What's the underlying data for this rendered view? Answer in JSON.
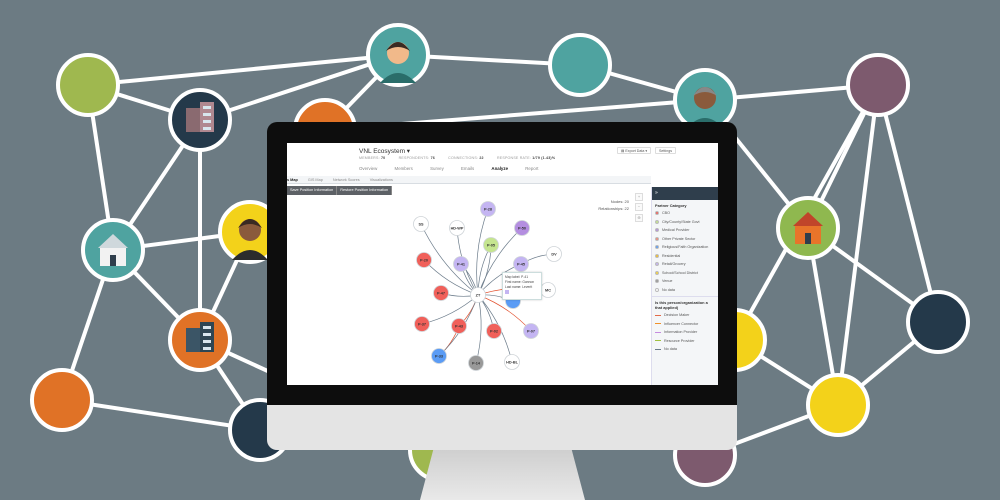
{
  "app": {
    "title": "VNL Ecosystem ▾",
    "stats": [
      {
        "label": "MEMBERS:",
        "value": "70"
      },
      {
        "label": "RESPONDENTS:",
        "value": "76"
      },
      {
        "label": "CONNECTIONS:",
        "value": "22"
      },
      {
        "label": "RESPONSE RATE:",
        "value": "1/79 (1.43)%"
      }
    ],
    "export_label": "Export Data",
    "export_caret": "▾",
    "settings_label": "Settings",
    "tabs": [
      "Overview",
      "Members",
      "Survey",
      "Emails",
      "Analyze",
      "Report"
    ],
    "active_tab": "Analyze",
    "subtabs": [
      "s Map",
      "GIS Map",
      "Network Scores",
      "Visualizations"
    ],
    "buttons": {
      "save": "Save Position Information",
      "restore": "Restore Position Information"
    },
    "counts": {
      "nodes": "Nodes: 20",
      "relationships": "Relationships: 22"
    },
    "zoom": {
      "in": "+",
      "out": "−",
      "center": "⊕"
    },
    "tooltip": {
      "map_label": "Map label: P-41",
      "first": "First name: Gannon",
      "last": "Last name: Leverit"
    },
    "panel": {
      "collapse": "»",
      "category_title": "Partner Category",
      "categories": [
        {
          "label": "CBO",
          "color": "#f0605a"
        },
        {
          "label": "City/County/State Govt",
          "color": "#c5e58f"
        },
        {
          "label": "Medical Provider",
          "color": "#b48ee0"
        },
        {
          "label": "Other Private Sector",
          "color": "#f08a7a"
        },
        {
          "label": "Religious/Faith Organization",
          "color": "#5b9cf5"
        },
        {
          "label": "Residential",
          "color": "#f5c027"
        },
        {
          "label": "Retail/Grocery",
          "color": "#c4b5f2"
        },
        {
          "label": "School/School District",
          "color": "#f7d23c"
        },
        {
          "label": "Venue",
          "color": "#999999"
        },
        {
          "label": "No data",
          "color": "#ffffff"
        }
      ],
      "relation_title": "Is this person/organization a",
      "relation_title2": "that applied)",
      "relations": [
        {
          "label": "Decision Maker",
          "color": "#e26a4a"
        },
        {
          "label": "Influencer Connector",
          "color": "#f0902a"
        },
        {
          "label": "Information Provider",
          "color": "#c58be0"
        },
        {
          "label": "Resource Provider",
          "color": "#a0c040"
        },
        {
          "label": "No data",
          "color": "#6b7b8a"
        }
      ]
    }
  },
  "graph": {
    "nodes": [
      {
        "label": "ZT",
        "color": "#ffffff"
      },
      {
        "label": "SS",
        "color": "#ffffff"
      },
      {
        "label": "HD-WP",
        "color": "#ffffff"
      },
      {
        "label": "P-28",
        "color": "#c4b5f2"
      },
      {
        "label": "P-50",
        "color": "#b48ee0"
      },
      {
        "label": "P-05",
        "color": "#c5e58f"
      },
      {
        "label": "P-41",
        "color": "#c4b5f2"
      },
      {
        "label": "P-45",
        "color": "#c4b5f2"
      },
      {
        "label": "DV",
        "color": "#ffffff"
      },
      {
        "label": "MC",
        "color": "#ffffff"
      },
      {
        "label": "P-20",
        "color": "#f0605a"
      },
      {
        "label": "P-47",
        "color": "#f0605a"
      },
      {
        "label": "P-37",
        "color": "#f0605a"
      },
      {
        "label": "P-43",
        "color": "#f0605a"
      },
      {
        "label": "P-02",
        "color": "#f0605a"
      },
      {
        "label": "P-07",
        "color": "#c4b5f2"
      },
      {
        "label": "P-33",
        "color": "#5b9cf5"
      },
      {
        "label": "P-14",
        "color": "#999999"
      },
      {
        "label": "HD-BL",
        "color": "#ffffff"
      },
      {
        "label": "",
        "color": "#5b9cf5"
      }
    ],
    "edges": [
      [
        0,
        1,
        "n"
      ],
      [
        0,
        2,
        "n"
      ],
      [
        0,
        3,
        "n"
      ],
      [
        0,
        4,
        "n"
      ],
      [
        0,
        5,
        "n"
      ],
      [
        0,
        6,
        "n"
      ],
      [
        0,
        7,
        "n"
      ],
      [
        7,
        8,
        "n"
      ],
      [
        0,
        9,
        "r"
      ],
      [
        0,
        10,
        "n"
      ],
      [
        0,
        11,
        "n"
      ],
      [
        0,
        12,
        "n"
      ],
      [
        0,
        13,
        "r"
      ],
      [
        13,
        16,
        "r"
      ],
      [
        0,
        14,
        "n"
      ],
      [
        0,
        15,
        "r"
      ],
      [
        0,
        17,
        "n"
      ],
      [
        0,
        18,
        "n"
      ],
      [
        0,
        19,
        "n"
      ],
      [
        0,
        16,
        "n"
      ],
      [
        6,
        0,
        "n"
      ],
      [
        5,
        0,
        "n"
      ]
    ],
    "edge_colors": {
      "n": "#6b7b8a",
      "r": "#e2502e"
    }
  },
  "background": {
    "color": "#6c7b83"
  }
}
